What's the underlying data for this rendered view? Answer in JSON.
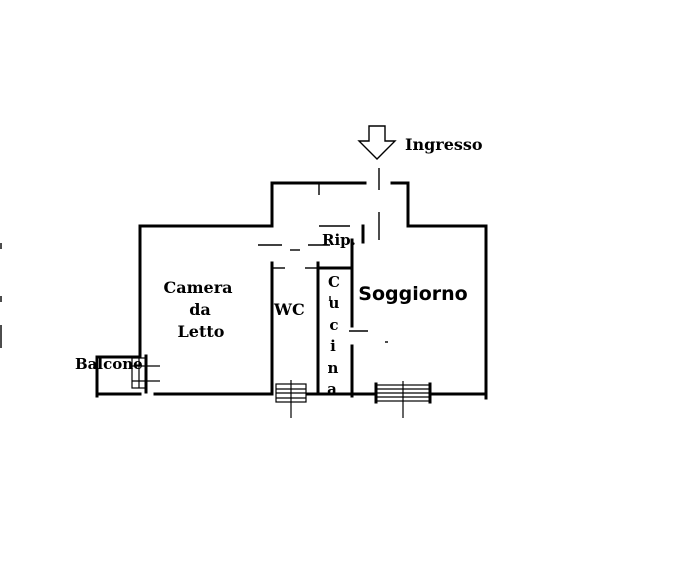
{
  "plan": {
    "rooms": {
      "entrance": "Ingresso",
      "bedroom_line1": "Camera",
      "bedroom_line2": "da",
      "bedroom_line3": "Letto",
      "storage": "Rip.",
      "kitchen_letters": [
        "C",
        "u",
        "c",
        "i",
        "n",
        "a"
      ],
      "bathroom": "WC",
      "living_room": "Soggiorno",
      "balcony": "Balcone"
    },
    "icons": {
      "entrance_arrow": "down-arrow-icon"
    },
    "colors": {
      "walls": "#000000",
      "background": "#ffffff"
    }
  }
}
